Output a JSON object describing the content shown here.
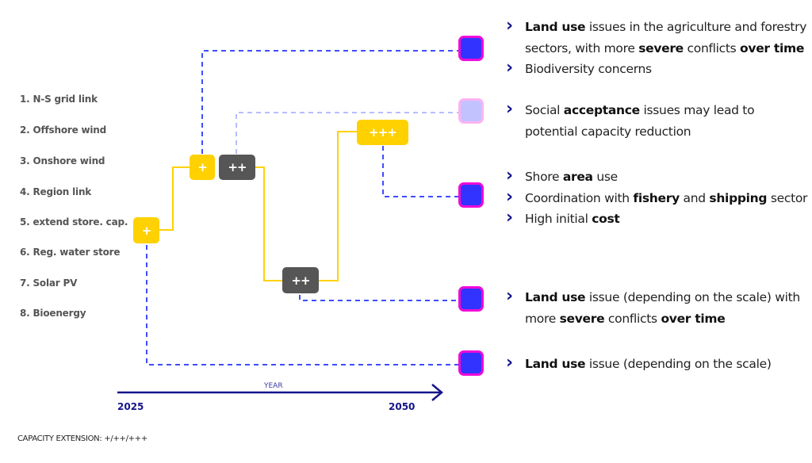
{
  "technologies": [
    {
      "label": "1. N-S grid link"
    },
    {
      "label": "2. Offshore wind"
    },
    {
      "label": "3. Onshore wind"
    },
    {
      "label": "4. Region link"
    },
    {
      "label": "5. extend store. cap."
    },
    {
      "label": "6. Reg. water store"
    },
    {
      "label": "7. Solar PV"
    },
    {
      "label": "8. Bioenergy"
    }
  ],
  "steps": [
    {
      "id": "step1",
      "mark": "+",
      "color": "#ffd100"
    },
    {
      "id": "step2",
      "mark": "+",
      "color": "#ffd100"
    },
    {
      "id": "step3",
      "mark": "++",
      "color": "#565656"
    },
    {
      "id": "step4",
      "mark": "++",
      "color": "#565656"
    },
    {
      "id": "step5",
      "mark": "+++",
      "color": "#ffd100"
    }
  ],
  "impacts": [
    {
      "severity": "high",
      "bullets": [
        [
          {
            "t": "Land use",
            "b": true
          },
          {
            "t": " issues in the agriculture and forestry",
            "b": false
          }
        ],
        [
          {
            "t": "sectors, with more ",
            "b": false
          },
          {
            "t": "severe",
            "b": true
          },
          {
            "t": " conflicts ",
            "b": false
          },
          {
            "t": "over time",
            "b": true
          }
        ],
        [
          {
            "t": "Biodiversity concerns",
            "b": false
          }
        ]
      ]
    },
    {
      "severity": "low",
      "bullets": [
        [
          {
            "t": "Social ",
            "b": false
          },
          {
            "t": "acceptance",
            "b": true
          },
          {
            "t": " issues may lead to",
            "b": false
          }
        ],
        [
          {
            "t": "potential capacity reduction",
            "b": false
          }
        ]
      ]
    },
    {
      "severity": "high",
      "bullets": [
        [
          {
            "t": "Shore ",
            "b": false
          },
          {
            "t": "area",
            "b": true
          },
          {
            "t": " use",
            "b": false
          }
        ],
        [
          {
            "t": "Coordination with ",
            "b": false
          },
          {
            "t": "fishery",
            "b": true
          },
          {
            "t": " and ",
            "b": false
          },
          {
            "t": "shipping",
            "b": true
          },
          {
            "t": " sector",
            "b": false
          }
        ],
        [
          {
            "t": "High initial ",
            "b": false
          },
          {
            "t": "cost",
            "b": true
          }
        ]
      ]
    },
    {
      "severity": "high",
      "bullets": [
        [
          {
            "t": "Land use",
            "b": true
          },
          {
            "t": " issue (depending on the scale) with",
            "b": false
          }
        ],
        [
          {
            "t": "more ",
            "b": false
          },
          {
            "t": "severe",
            "b": true
          },
          {
            "t": " conflicts ",
            "b": false
          },
          {
            "t": "over time",
            "b": true
          }
        ]
      ]
    },
    {
      "severity": "high",
      "bullets": [
        [
          {
            "t": "Land use",
            "b": true
          },
          {
            "t": " issue (depending on the scale)",
            "b": false
          }
        ]
      ]
    }
  ],
  "axis": {
    "title": "YEAR",
    "start": "2025",
    "end": "2050"
  },
  "legend": "CAPACITY EXTENSION: +/++/+++",
  "colors": {
    "yellow": "#ffd100",
    "grey": "#565656",
    "impact_high_fill": "#3333ff",
    "impact_high_border": "#f00ad8",
    "impact_low_fill": "#c2c2ff",
    "impact_low_border": "#fcb3f2",
    "dash_high": "#3d4dff",
    "dash_low": "#b7bcff",
    "axis": "#15158a"
  }
}
